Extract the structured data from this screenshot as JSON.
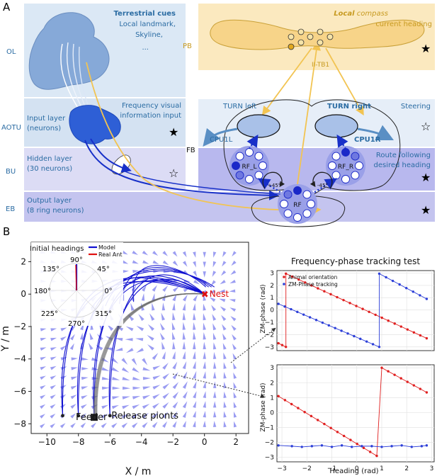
{
  "panel_a": {
    "letter": "A",
    "regions": {
      "ol": "OL",
      "aotu": "AOTU",
      "bu": "BU",
      "eb": "EB",
      "pb": "PB",
      "fb": "FB"
    },
    "terrestrial": {
      "title": "Terrestrial cues",
      "line1": "Local landmark,",
      "line2": "Skyline,",
      "line3": "..."
    },
    "local_compass": {
      "word1": "Local",
      "word2": "compass",
      "line2": "current heading"
    },
    "frequency": {
      "line1": "Frequency visual",
      "line2": "information input"
    },
    "input_layer": {
      "line1": "Input layer",
      "line2": "(neurons)"
    },
    "hidden_layer": {
      "line1": "Hidden layer",
      "line2": "(30 neurons)"
    },
    "output_layer": {
      "line1": "Output layer",
      "line2": "(8 ring neurons)"
    },
    "ii_tb1": "II-TB1",
    "turn_left": "TURN left",
    "turn_right": "TURN right",
    "steering": "Steering",
    "cpu1l": "CPU1L",
    "cpu1r": "CPU1R",
    "route": {
      "line1": "Route following",
      "line2": "desired heading"
    },
    "rf_l": "RF_L",
    "rf_r": "RF_R",
    "rf": "RF",
    "plus45": "+45°",
    "minus45": "-45°",
    "stars": {
      "filled": "★",
      "empty": "☆"
    }
  },
  "panel_b": {
    "letter": "B",
    "compass": {
      "title": "Initial headings",
      "legend_model": "Model",
      "legend_real": "Real Ant",
      "angles": [
        "90°",
        "45°",
        "0°",
        "315°",
        "270°",
        "225°",
        "180°",
        "135°"
      ]
    },
    "labels": {
      "nest": "Nest",
      "feeder": "Feeder",
      "release": "Release pionts"
    },
    "colors": {
      "model": "#1010d0",
      "real": "#e01010",
      "field": "#8a8cf0",
      "phase_blue": "#2d3fd8",
      "phase_red": "#e02020"
    }
  },
  "chart_data": [
    {
      "type": "scatter",
      "title": "",
      "xlabel": "X / m",
      "ylabel": "Y / m",
      "xlim": [
        -11,
        2.8
      ],
      "ylim": [
        -8.6,
        3.2
      ],
      "xticks": [
        -10,
        -8,
        -6,
        -4,
        -2,
        0,
        2
      ],
      "yticks": [
        2,
        0,
        -2,
        -4,
        -6,
        -8
      ],
      "nest": [
        0,
        0
      ],
      "feeder": [
        -7,
        -7.6
      ],
      "release_points": [
        [
          -9,
          -7.5
        ],
        [
          -8,
          -7.5
        ],
        [
          -7,
          -7.5
        ],
        [
          -6,
          -7.5
        ]
      ],
      "trajectories_desc": "curved routes from release points to nest",
      "field_center": [
        -3.5,
        -3.8
      ]
    },
    {
      "type": "line",
      "title": "Frequency-phase tracking test",
      "xlabel": "",
      "ylabel": "ZM-phase (rad)",
      "xlim": [
        -3.2,
        3.1
      ],
      "ylim": [
        -3.3,
        3.2
      ],
      "xticks": [
        -3,
        -2,
        -1,
        0,
        1,
        2,
        3
      ],
      "yticks": [
        -3,
        -2,
        -1,
        0,
        1,
        2,
        3
      ],
      "series": [
        {
          "name": "Animal orientation",
          "color": "#e02020",
          "segments": [
            [
              [
                -3.14,
                -2.7
              ],
              [
                -2.84,
                -3.0
              ]
            ],
            [
              [
                -2.84,
                2.95
              ],
              [
                2.8,
                -2.3
              ]
            ]
          ]
        },
        {
          "name": "ZM-Phase tracking",
          "color": "#2d3fd8",
          "segments": [
            [
              [
                -3.14,
                0.5
              ],
              [
                0.9,
                -3.0
              ]
            ],
            [
              [
                0.9,
                2.95
              ],
              [
                2.8,
                0.9
              ]
            ]
          ]
        }
      ]
    },
    {
      "type": "line",
      "title": "",
      "xlabel": "Heading (rad)",
      "ylabel": "ZM-phase (rad)",
      "xlim": [
        -3.2,
        3.1
      ],
      "ylim": [
        -3.3,
        3.2
      ],
      "xticks": [
        -3,
        -2,
        -1,
        0,
        1,
        2,
        3
      ],
      "yticks": [
        -3,
        -2,
        -1,
        0,
        1,
        2,
        3
      ],
      "series": [
        {
          "color": "#e02020",
          "segments": [
            [
              [
                -3.14,
                1.1
              ],
              [
                0.8,
                -2.9
              ]
            ],
            [
              [
                1.0,
                3.0
              ],
              [
                2.8,
                1.35
              ]
            ]
          ]
        },
        {
          "color": "#2d3fd8",
          "segments": [
            [
              [
                -3.14,
                -2.2
              ],
              [
                -2.6,
                -2.25
              ],
              [
                -2.2,
                -2.3
              ],
              [
                -1.8,
                -2.25
              ],
              [
                -1.4,
                -2.2
              ],
              [
                -1.0,
                -2.3
              ],
              [
                -0.6,
                -2.2
              ],
              [
                -0.2,
                -2.3
              ],
              [
                0.2,
                -2.25
              ],
              [
                0.6,
                -2.25
              ],
              [
                1.0,
                -2.3
              ],
              [
                1.4,
                -2.25
              ],
              [
                1.8,
                -2.2
              ],
              [
                2.2,
                -2.3
              ],
              [
                2.6,
                -2.25
              ],
              [
                2.8,
                -2.2
              ]
            ]
          ]
        }
      ]
    }
  ]
}
